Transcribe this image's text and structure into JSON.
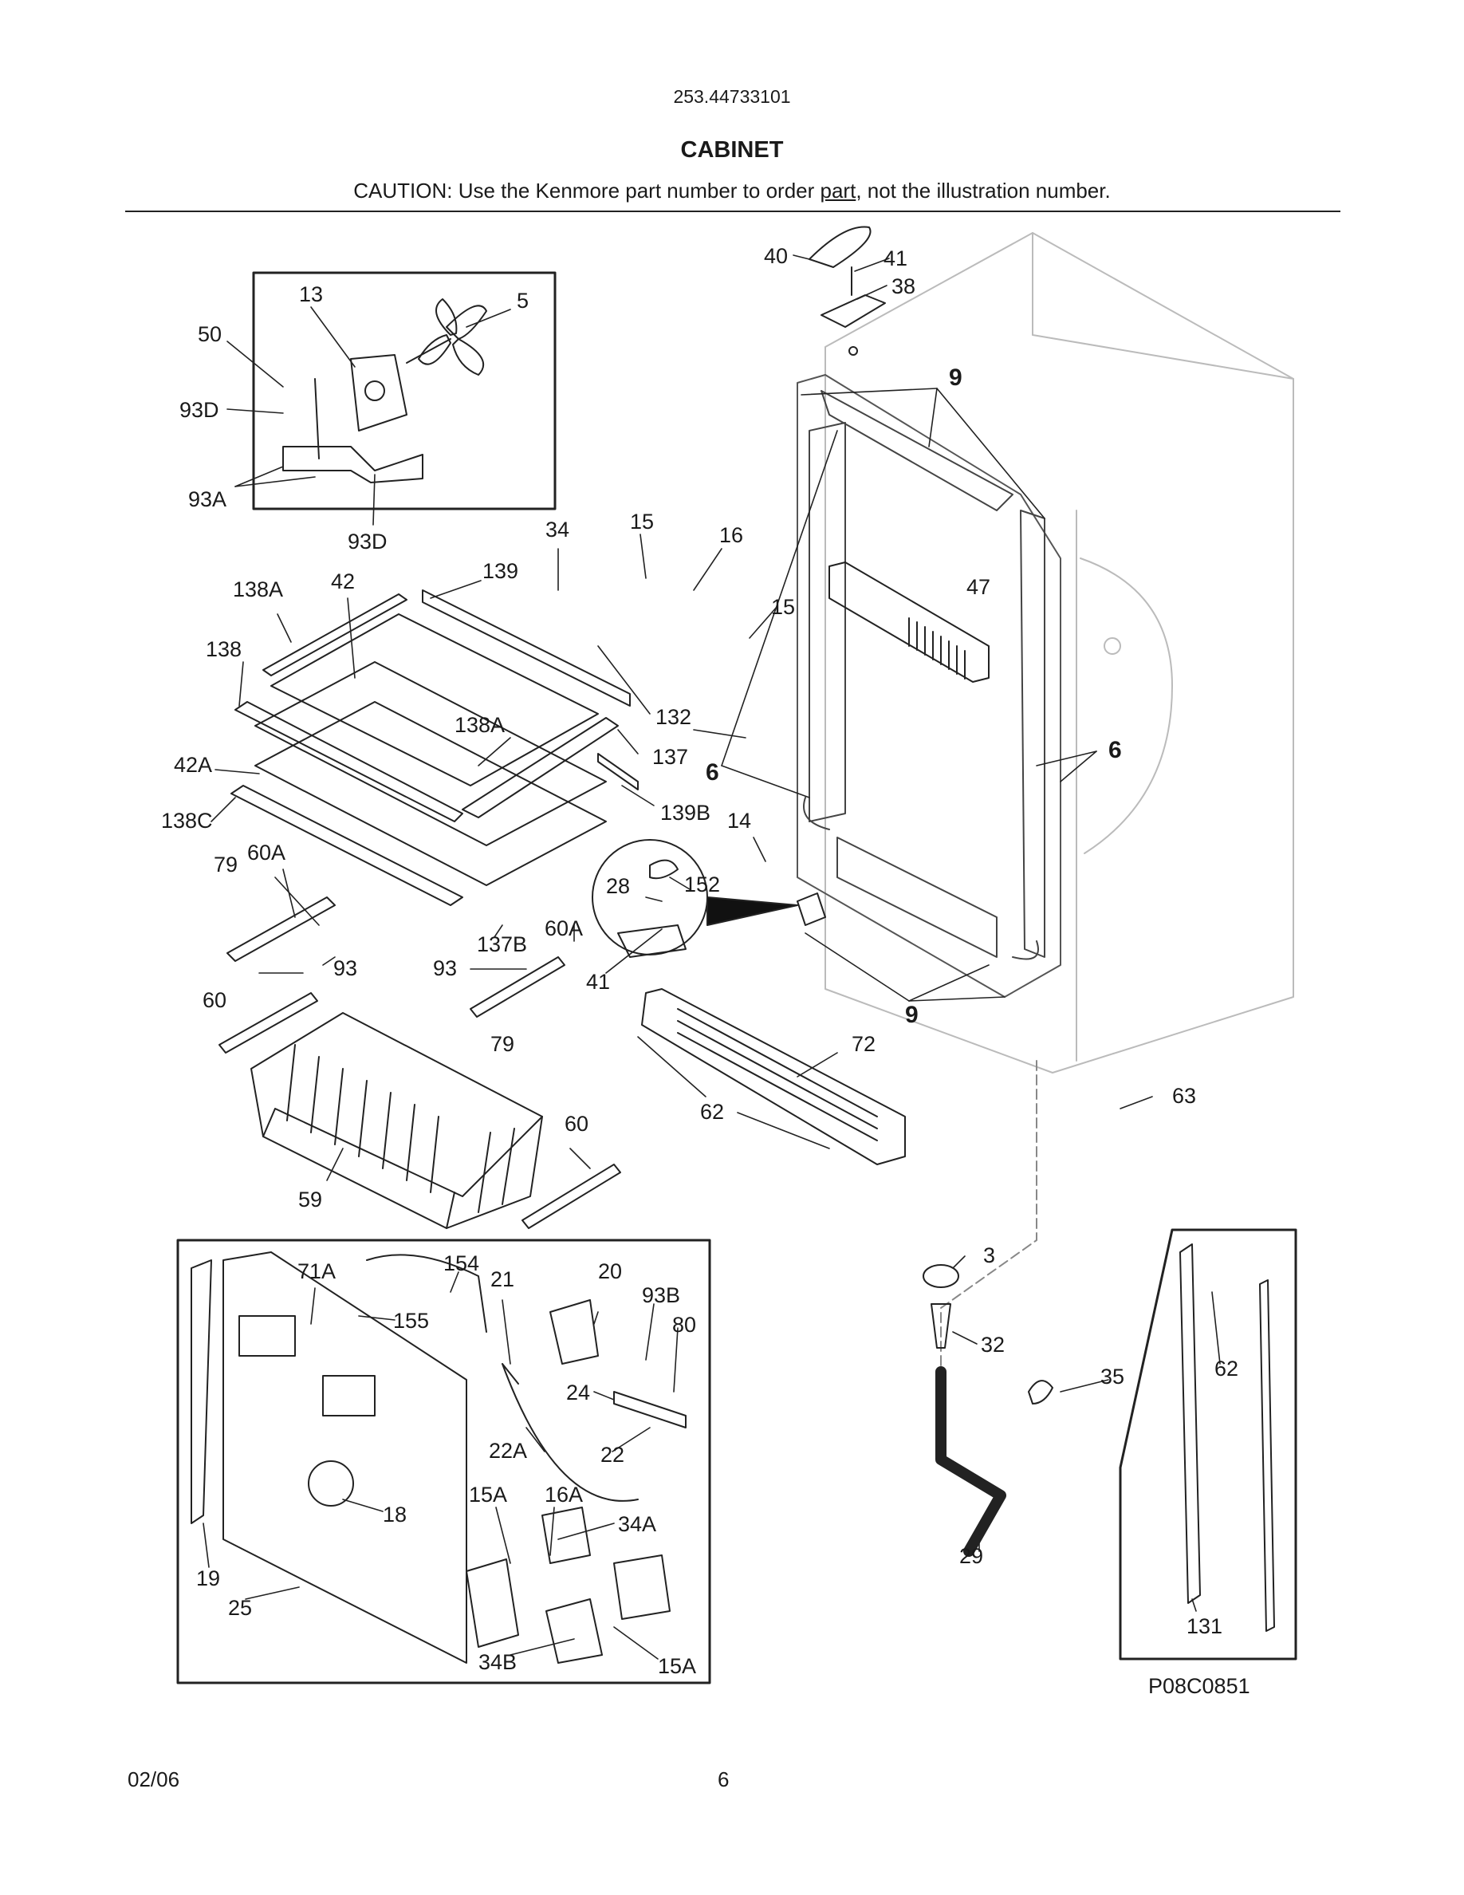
{
  "header": {
    "model_number": "253.44733101",
    "section_title": "CABINET",
    "caution_before": "CAUTION: Use the Kenmore part number to order ",
    "caution_link": "part",
    "caution_after": ", not the illustration number."
  },
  "callouts": {
    "c40": "40",
    "c41a": "41",
    "c38": "38",
    "c9a": "9",
    "c13": "13",
    "c5": "5",
    "c50": "50",
    "c93Da": "93D",
    "c93A": "93A",
    "c93Db": "93D",
    "c34a": "34",
    "c15a": "15",
    "c16a": "16",
    "c139": "139",
    "c42": "42",
    "c138Aa": "138A",
    "c138": "138",
    "c47": "47",
    "c15b": "15",
    "c132": "132",
    "c138Ab": "138A",
    "c137": "137",
    "c6a": "6",
    "c6b": "6",
    "c42A": "42A",
    "c139B": "139B",
    "c138C": "138C",
    "c14": "14",
    "c79a": "79",
    "c60Aa": "60A",
    "c28": "28",
    "c152": "152",
    "c60Ab": "60A",
    "c137B": "137B",
    "c93a": "93",
    "c93b": "93",
    "c41b": "41",
    "c60a": "60",
    "c79b": "79",
    "c9b": "9",
    "c72": "72",
    "c62a": "62",
    "c63": "63",
    "c60b": "60",
    "c59": "59",
    "c71A": "71A",
    "c154": "154",
    "c21": "21",
    "c20": "20",
    "c93B": "93B",
    "c80": "80",
    "c155": "155",
    "c3": "3",
    "c32": "32",
    "c62b": "62",
    "c35": "35",
    "c24": "24",
    "c22A": "22A",
    "c22": "22",
    "c15Aa": "15A",
    "c16A": "16A",
    "c34A": "34A",
    "c18": "18",
    "c19": "19",
    "c29": "29",
    "c25": "25",
    "c34B": "34B",
    "c15Ab": "15A",
    "c131": "131"
  },
  "figure_code": "P08C0851",
  "footer": {
    "date": "02/06",
    "page_number": "6"
  }
}
